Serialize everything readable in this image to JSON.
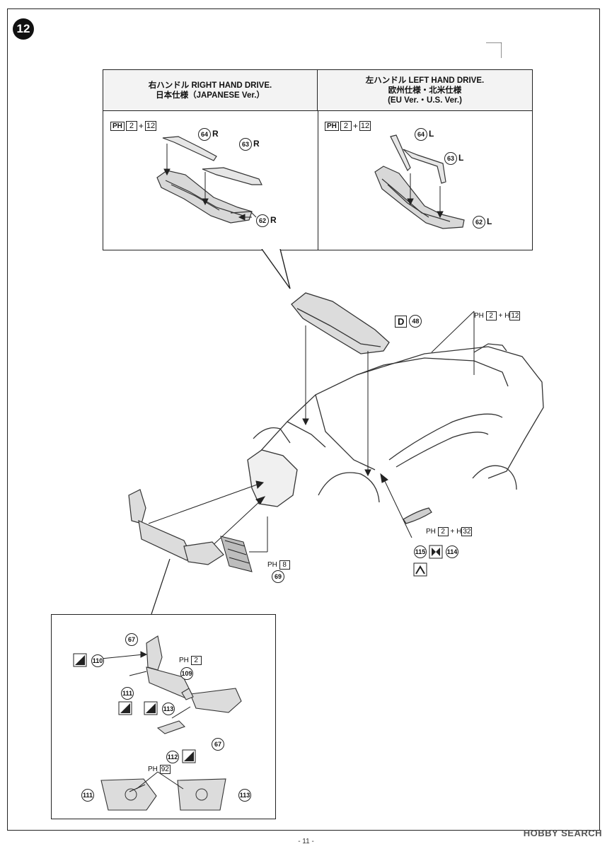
{
  "step": {
    "number": "12"
  },
  "header": {
    "left": {
      "line1": "右ハンドル RIGHT HAND DRIVE.",
      "line2": "日本仕様（JAPANESE Ver.）",
      "line3": ""
    },
    "right": {
      "line1": "左ハンドル LEFT HAND DRIVE.",
      "line2": "欧州仕様・北米仕様",
      "line3": "(EU Ver.・U.S. Ver.)"
    }
  },
  "paint_top_left": {
    "p": "PH",
    "a": "2",
    "plus": "+",
    "b": "12"
  },
  "paint_top_right": {
    "p": "PH",
    "a": "2",
    "plus": "+",
    "b": "12"
  },
  "parts_left": [
    {
      "num": "64",
      "side": "R"
    },
    {
      "num": "63",
      "side": "R"
    },
    {
      "num": "62",
      "side": "R"
    }
  ],
  "parts_right": [
    {
      "num": "64",
      "side": "L"
    },
    {
      "num": "63",
      "side": "L"
    },
    {
      "num": "62",
      "side": "L"
    }
  ],
  "main": {
    "decal": {
      "letter": "D",
      "num": "48"
    },
    "paint_body": {
      "p": "PH",
      "a": "2",
      "plus": "+ H",
      "b": "12"
    },
    "paint_side": {
      "p": "PH",
      "a": "2",
      "plus": "+ H",
      "b": "32"
    },
    "paint_grille": {
      "p": "PH",
      "a": "8"
    },
    "grille_num": "69",
    "side_num": "115",
    "side_alt": "114"
  },
  "detail": {
    "paint_bar": {
      "p": "PH",
      "a": "2"
    },
    "paint_lamp": {
      "p": "PH",
      "a": "92"
    },
    "nums": [
      "67",
      "110",
      "109",
      "111",
      "113",
      "67",
      "112",
      "111",
      "113"
    ]
  },
  "footer": {
    "page": "- 11 -",
    "watermark": "HOBBY SEARCH"
  }
}
